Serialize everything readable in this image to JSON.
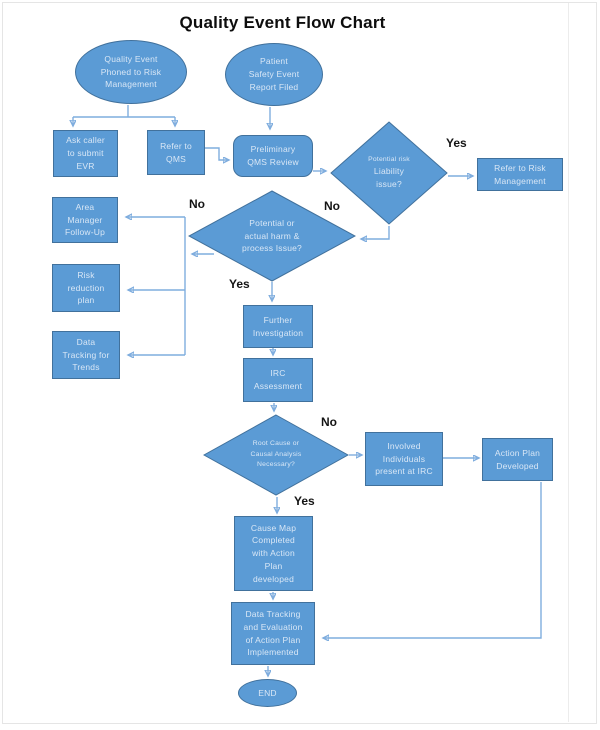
{
  "title": "Quality Event Flow Chart",
  "colors": {
    "shape_fill": "#5b9bd5",
    "shape_border": "#41719c",
    "connector": "#7fadde",
    "arrowhead": "#5b9bd5",
    "shape_text": "#d9e7f6",
    "branch_label_text": "#141414"
  },
  "labels": {
    "yes": "Yes",
    "no": "No"
  },
  "nodes": {
    "quality_event": {
      "shape": "ellipse",
      "label": "Quality Event\nPhoned to Risk\nManagement"
    },
    "patient_safety": {
      "shape": "ellipse",
      "label": "Patient\nSafety Event\nReport Filed"
    },
    "ask_caller": {
      "shape": "rect",
      "label": "Ask caller\nto submit\nEVR"
    },
    "refer_qms": {
      "shape": "rect",
      "label": "Refer to\nQMS"
    },
    "prelim_review": {
      "shape": "rounded-rect",
      "label": "Preliminary\nQMS Review"
    },
    "liability": {
      "shape": "diamond",
      "label_small": "Potential risk",
      "label": "Liability\nissue?"
    },
    "refer_risk": {
      "shape": "rect",
      "label": "Refer to Risk\nManagement"
    },
    "harm": {
      "shape": "diamond",
      "label": "Potential or\nactual harm &\nprocess Issue?"
    },
    "area_manager": {
      "shape": "rect",
      "label": "Area\nManager\nFollow-Up"
    },
    "risk_reduction": {
      "shape": "rect",
      "label": "Risk\nreduction\nplan"
    },
    "data_trends": {
      "shape": "rect",
      "label": "Data\nTracking for\nTrends"
    },
    "further": {
      "shape": "rect",
      "label": "Further\nInvestigation"
    },
    "irc": {
      "shape": "rect",
      "label": "IRC\nAssessment"
    },
    "root_cause": {
      "shape": "diamond",
      "label": "Root Cause or\nCausal Analysis\nNecessary?"
    },
    "involved": {
      "shape": "rect",
      "label": "Involved\nIndividuals\npresent at IRC"
    },
    "action_plan": {
      "shape": "rect",
      "label": "Action Plan\nDeveloped"
    },
    "cause_map": {
      "shape": "rect",
      "label": "Cause Map\nCompleted\nwith Action\nPlan\ndeveloped"
    },
    "data_eval": {
      "shape": "rect",
      "label": "Data Tracking\nand Evaluation\nof Action Plan\nImplemented"
    },
    "end": {
      "shape": "ellipse",
      "label": "END"
    }
  },
  "edges": [
    {
      "from": "quality_event",
      "to": "ask_caller",
      "label": ""
    },
    {
      "from": "quality_event",
      "to": "refer_qms",
      "label": ""
    },
    {
      "from": "patient_safety",
      "to": "prelim_review",
      "label": ""
    },
    {
      "from": "refer_qms",
      "to": "prelim_review",
      "label": ""
    },
    {
      "from": "prelim_review",
      "to": "liability",
      "label": ""
    },
    {
      "from": "liability",
      "to": "refer_risk",
      "label": "Yes"
    },
    {
      "from": "liability",
      "to": "harm",
      "label": "No"
    },
    {
      "from": "harm",
      "to": "area_manager",
      "label": "No"
    },
    {
      "from": "harm",
      "to": "risk_reduction",
      "label": "No"
    },
    {
      "from": "harm",
      "to": "data_trends",
      "label": "No"
    },
    {
      "from": "harm",
      "to": "further",
      "label": "Yes"
    },
    {
      "from": "further",
      "to": "irc",
      "label": ""
    },
    {
      "from": "irc",
      "to": "root_cause",
      "label": ""
    },
    {
      "from": "root_cause",
      "to": "involved",
      "label": "No"
    },
    {
      "from": "involved",
      "to": "action_plan",
      "label": ""
    },
    {
      "from": "action_plan",
      "to": "data_eval",
      "label": ""
    },
    {
      "from": "root_cause",
      "to": "cause_map",
      "label": "Yes"
    },
    {
      "from": "cause_map",
      "to": "data_eval",
      "label": ""
    },
    {
      "from": "data_eval",
      "to": "end",
      "label": ""
    }
  ]
}
